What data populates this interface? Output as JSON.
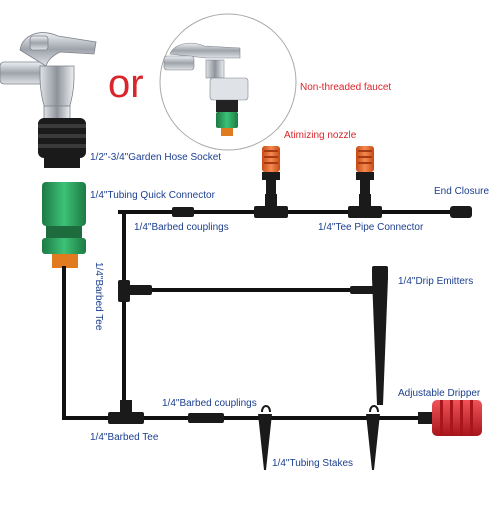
{
  "colors": {
    "tube": "#111111",
    "nozzle": "#e8622a",
    "connector": "#2a9d5a",
    "dripper": "#d9252b",
    "label_red": "#d9252b",
    "label_blue": "#1c3f8f",
    "chrome": "#b9bdc4"
  },
  "labels": {
    "or": "or",
    "non_threaded_faucet": "Non-threaded faucet",
    "atomizing_nozzle": "Atimizing nozzle",
    "garden_hose_socket": "1/2\"-3/4\"Garden Hose Socket",
    "tubing_quick_connector": "1/4\"Tubing Quick Connector",
    "end_closure": "End Closure",
    "barbed_couplings_top": "1/4\"Barbed couplings",
    "tee_pipe_connector": "1/4\"Tee Pipe Connector",
    "barbed_tee_vertical": "1/4\"Barbed Tee",
    "drip_emitters": "1/4\"Drip Emitters",
    "adjustable_dripper": "Adjustable Dripper",
    "barbed_couplings_bottom": "1/4\"Barbed couplings",
    "barbed_tee_bottom": "1/4\"Barbed Tee",
    "tubing_stakes": "1/4\"Tubing Stakes"
  }
}
